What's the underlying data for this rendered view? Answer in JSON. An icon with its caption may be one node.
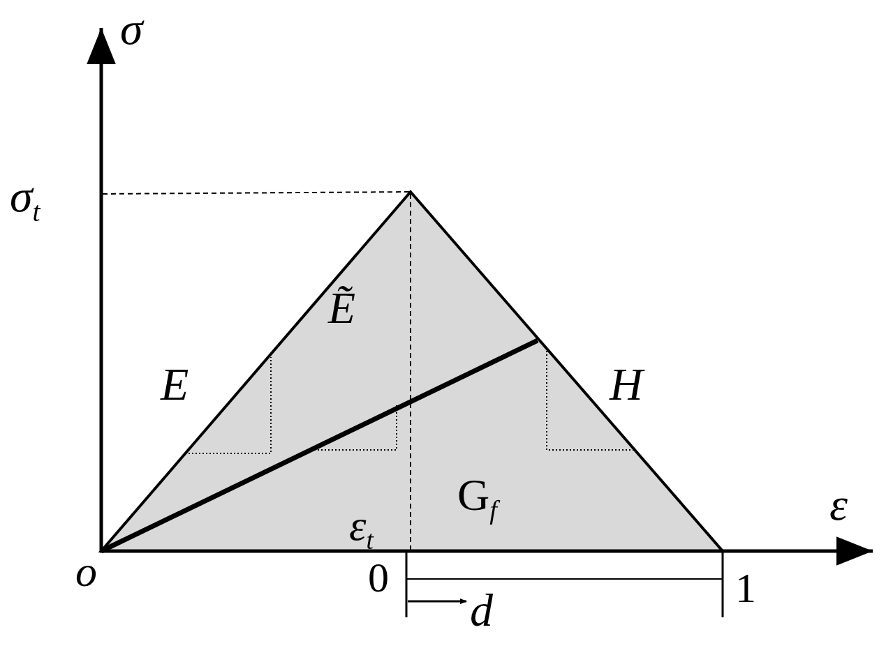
{
  "diagram": {
    "labels": [
      "σ",
      "σ$_{t}$",
      "Ẽ",
      "E",
      "H",
      "ε$_{t}$",
      "G$_{f}$",
      "ε",
      "o",
      "0",
      "1",
      "d"
    ]
  }
}
